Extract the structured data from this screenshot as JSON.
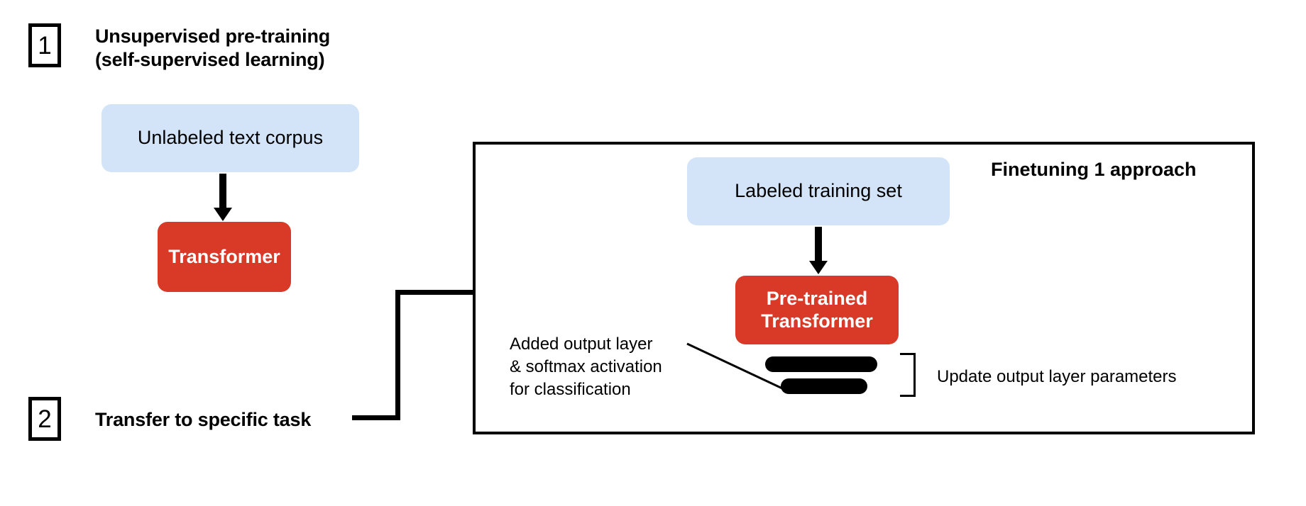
{
  "figure": {
    "title": "Unsupervised pre-training and transfer to specific task (Finetuning 1 approach)",
    "colors": {
      "blue_box": "#d3e4f8",
      "red_box": "#d93a28",
      "stroke": "#000000",
      "background": "#ffffff",
      "red_box_text": "#ffffff"
    }
  },
  "steps": [
    {
      "number": "1",
      "title": "Unsupervised pre-training\n(self-supervised learning)"
    },
    {
      "number": "2",
      "title": "Transfer to specific task"
    }
  ],
  "stage1": {
    "corpus_box": "Unlabeled text corpus",
    "model_box": "Transformer",
    "arrow": "down-arrow"
  },
  "panel": {
    "title": "Finetuning 1 approach",
    "training_box": "Labeled training set",
    "model_box": "Pre-trained\nTransformer",
    "arrow": "down-arrow",
    "annotation": "Added output layer\n& softmax activation\nfor classification",
    "bracket_label": "Update output layer parameters",
    "output_bars": [
      {
        "name": "output-layer-bar-1"
      },
      {
        "name": "output-layer-bar-2"
      }
    ]
  }
}
